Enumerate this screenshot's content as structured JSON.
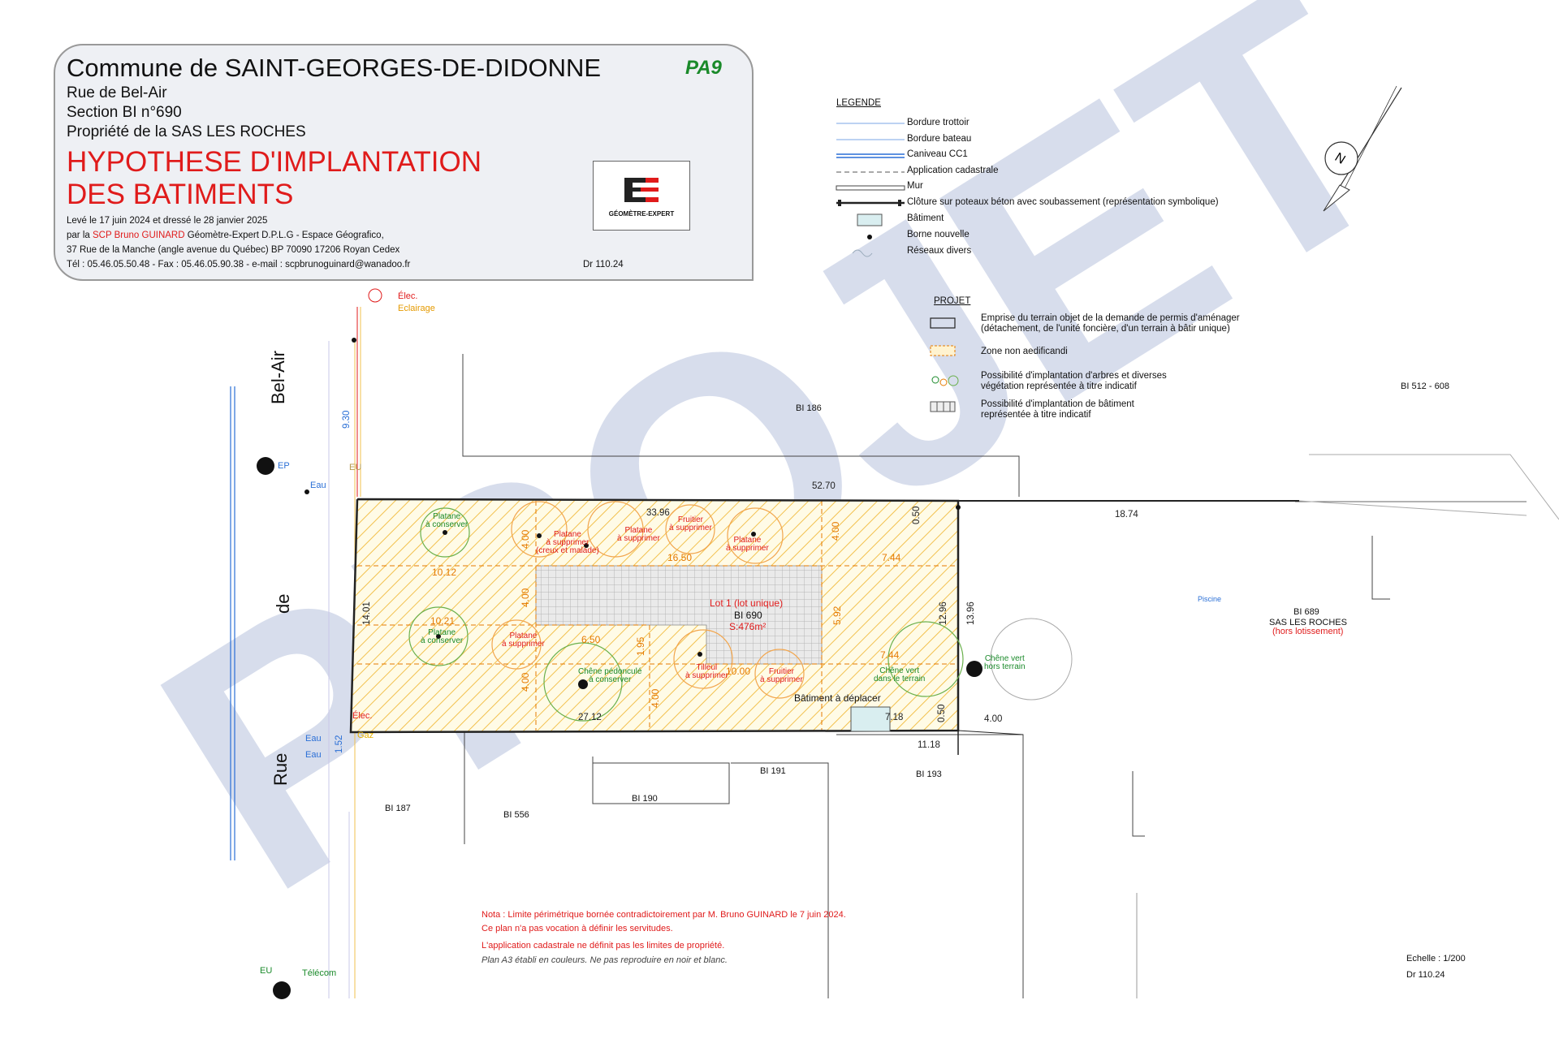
{
  "title_block": {
    "commune": "Commune de SAINT-GEORGES-DE-DIDONNE",
    "piece": "PA9",
    "street": "Rue de Bel-Air",
    "section": "Section BI n°690",
    "owner": "Propriété de la SAS LES ROCHES",
    "title_line1": "HYPOTHESE D'IMPLANTATION",
    "title_line2": "DES BATIMENTS",
    "survey_line": "Levé le 17 juin 2024 et dressé le 28 janvier 2025",
    "by_prefix": "par la",
    "firm": "SCP Bruno GUINARD",
    "firm_suffix": "Géomètre-Expert D.P.L.G - Espace Géografico,",
    "address": "37 Rue de la Manche (angle avenue du Québec) BP 70090 17206 Royan Cedex",
    "contact": "Tél : 05.46.05.50.48 - Fax : 05.46.05.90.38 - e-mail : scpbrunoguinard@wanadoo.fr",
    "ref": "Dr 110.24",
    "logo_text": "GÉOMÈTRE-EXPERT"
  },
  "legend": {
    "title": "LEGENDE",
    "items": [
      {
        "label": "Bordure trottoir",
        "icon": "thin-blue-line"
      },
      {
        "label": "Bordure bateau",
        "icon": "thin-blue-line"
      },
      {
        "label": "Caniveau CC1",
        "icon": "double-blue-line"
      },
      {
        "label": "Application cadastrale",
        "icon": "dashed-line"
      },
      {
        "label": "Mur",
        "icon": "hatched-wall"
      },
      {
        "label": "Clôture sur poteaux béton avec soubassement (représentation symbolique)",
        "icon": "fence-line"
      },
      {
        "label": "Bâtiment",
        "icon": "building-hatch"
      },
      {
        "label": "Borne nouvelle",
        "icon": "dot"
      },
      {
        "label": "Réseaux divers",
        "icon": "networks"
      }
    ]
  },
  "projet_legend": {
    "title": "PROJET",
    "items": [
      {
        "label1": "Emprise du terrain objet de la demande de permis d'aménager",
        "label2": "(détachement, de l'unité foncière, d'un terrain à bâtir unique)",
        "icon": "plot-rect"
      },
      {
        "label1": "Zone non aedificandi",
        "label2": "",
        "icon": "orange-hatch"
      },
      {
        "label1": "Possibilité d'implantation d'arbres et diverses",
        "label2": "végétation représentée à titre indicatif",
        "icon": "trees"
      },
      {
        "label1": "Possibilité d'implantation de bâtiment",
        "label2": "représentée à titre indicatif",
        "icon": "grid-hatch"
      }
    ]
  },
  "plan": {
    "street_words": [
      "Bel-Air",
      "de",
      "Rue"
    ],
    "lot_label": "Lot 1 (lot unique)",
    "lot_parcel": "BI 690",
    "lot_area": "S:476m²",
    "neighbours": {
      "bi186": "BI 186",
      "bi512": "BI 512 - 608",
      "bi689": "BI 689",
      "bi689_owner": "SAS LES ROCHES",
      "bi689_note": "(hors lotissement)",
      "piscine": "Piscine",
      "bi187": "BI 187",
      "bi556": "BI 556",
      "bi190": "BI 190",
      "bi191": "BI 191",
      "bi193": "BI 193"
    },
    "networks": {
      "elec_top": "Élec.",
      "eclairage": "Eclairage",
      "ep": "EP",
      "eu_top": "EU",
      "eau_top": "Eau",
      "elec_bottom": "Élec.",
      "gaz": "Gaz",
      "eau_b1": "Eau",
      "eau_b2": "Eau",
      "eu_bottom": "EU",
      "telecom": "Télécom"
    },
    "trees": {
      "t1": "Platane\nà conserver",
      "t2": "Platane\nà supprimer\n(creux et malade)",
      "t3": "Platane\nà supprimer",
      "t4": "Fruitier\nà supprimer",
      "t5": "Platane\nà supprimer",
      "t6": "Platane\nà conserver",
      "t7": "Platane\nà supprimer",
      "t8": "Chêne pédonculé\nà conserver",
      "t9": "Tilleul\nà supprimer",
      "t10": "Fruitier\nà supprimer",
      "t11": "Chêne vert\ndans le terrain",
      "t12": "Chêne vert\nhors terrain"
    },
    "dims": {
      "d_930": "9.30",
      "d_5270": "52.70",
      "d_3396": "33.96",
      "d_1874": "18.74",
      "d_050a": "0.50",
      "d_1401": "14.01",
      "d_1296": "12.96",
      "d_1396": "13.96",
      "d_2712": "27.12",
      "d_718": "7.18",
      "d_050b": "0.50",
      "d_400r": "4.00",
      "d_1118": "11.18",
      "d_152": "1.52"
    },
    "orange_dims": {
      "o_1012": "10.12",
      "o_1021": "10.21",
      "o_400a": "4.00",
      "o_400b": "4.00",
      "o_400c": "4.00",
      "o_1650": "16.50",
      "o_744a": "7.44",
      "o_744b": "7.44",
      "o_650": "6.50",
      "o_195": "1.95",
      "o_592": "5.92",
      "o_1000": "10.00",
      "o_400d": "4.00",
      "o_400e": "4.00"
    },
    "building_move": "Bâtiment à déplacer",
    "watermark": "PROJET"
  },
  "notes": {
    "n1": "Nota : Limite périmétrique bornée contradictoirement par M. Bruno GUINARD le 7 juin 2024.",
    "n2": "Ce plan n'a pas vocation à définir les servitudes.",
    "n3": "L'application cadastrale ne définit pas les limites de propriété.",
    "n4": "Plan A3 établi en couleurs. Ne pas reproduire en noir et blanc."
  },
  "scale": {
    "scale": "Echelle : 1/200",
    "ref": "Dr 110.24"
  },
  "colors": {
    "red": "#e01b1b",
    "green": "#1a8a2a",
    "orange": "#e57a00",
    "watermark": "#c9d1e6",
    "blue": "#2a6fd6"
  }
}
